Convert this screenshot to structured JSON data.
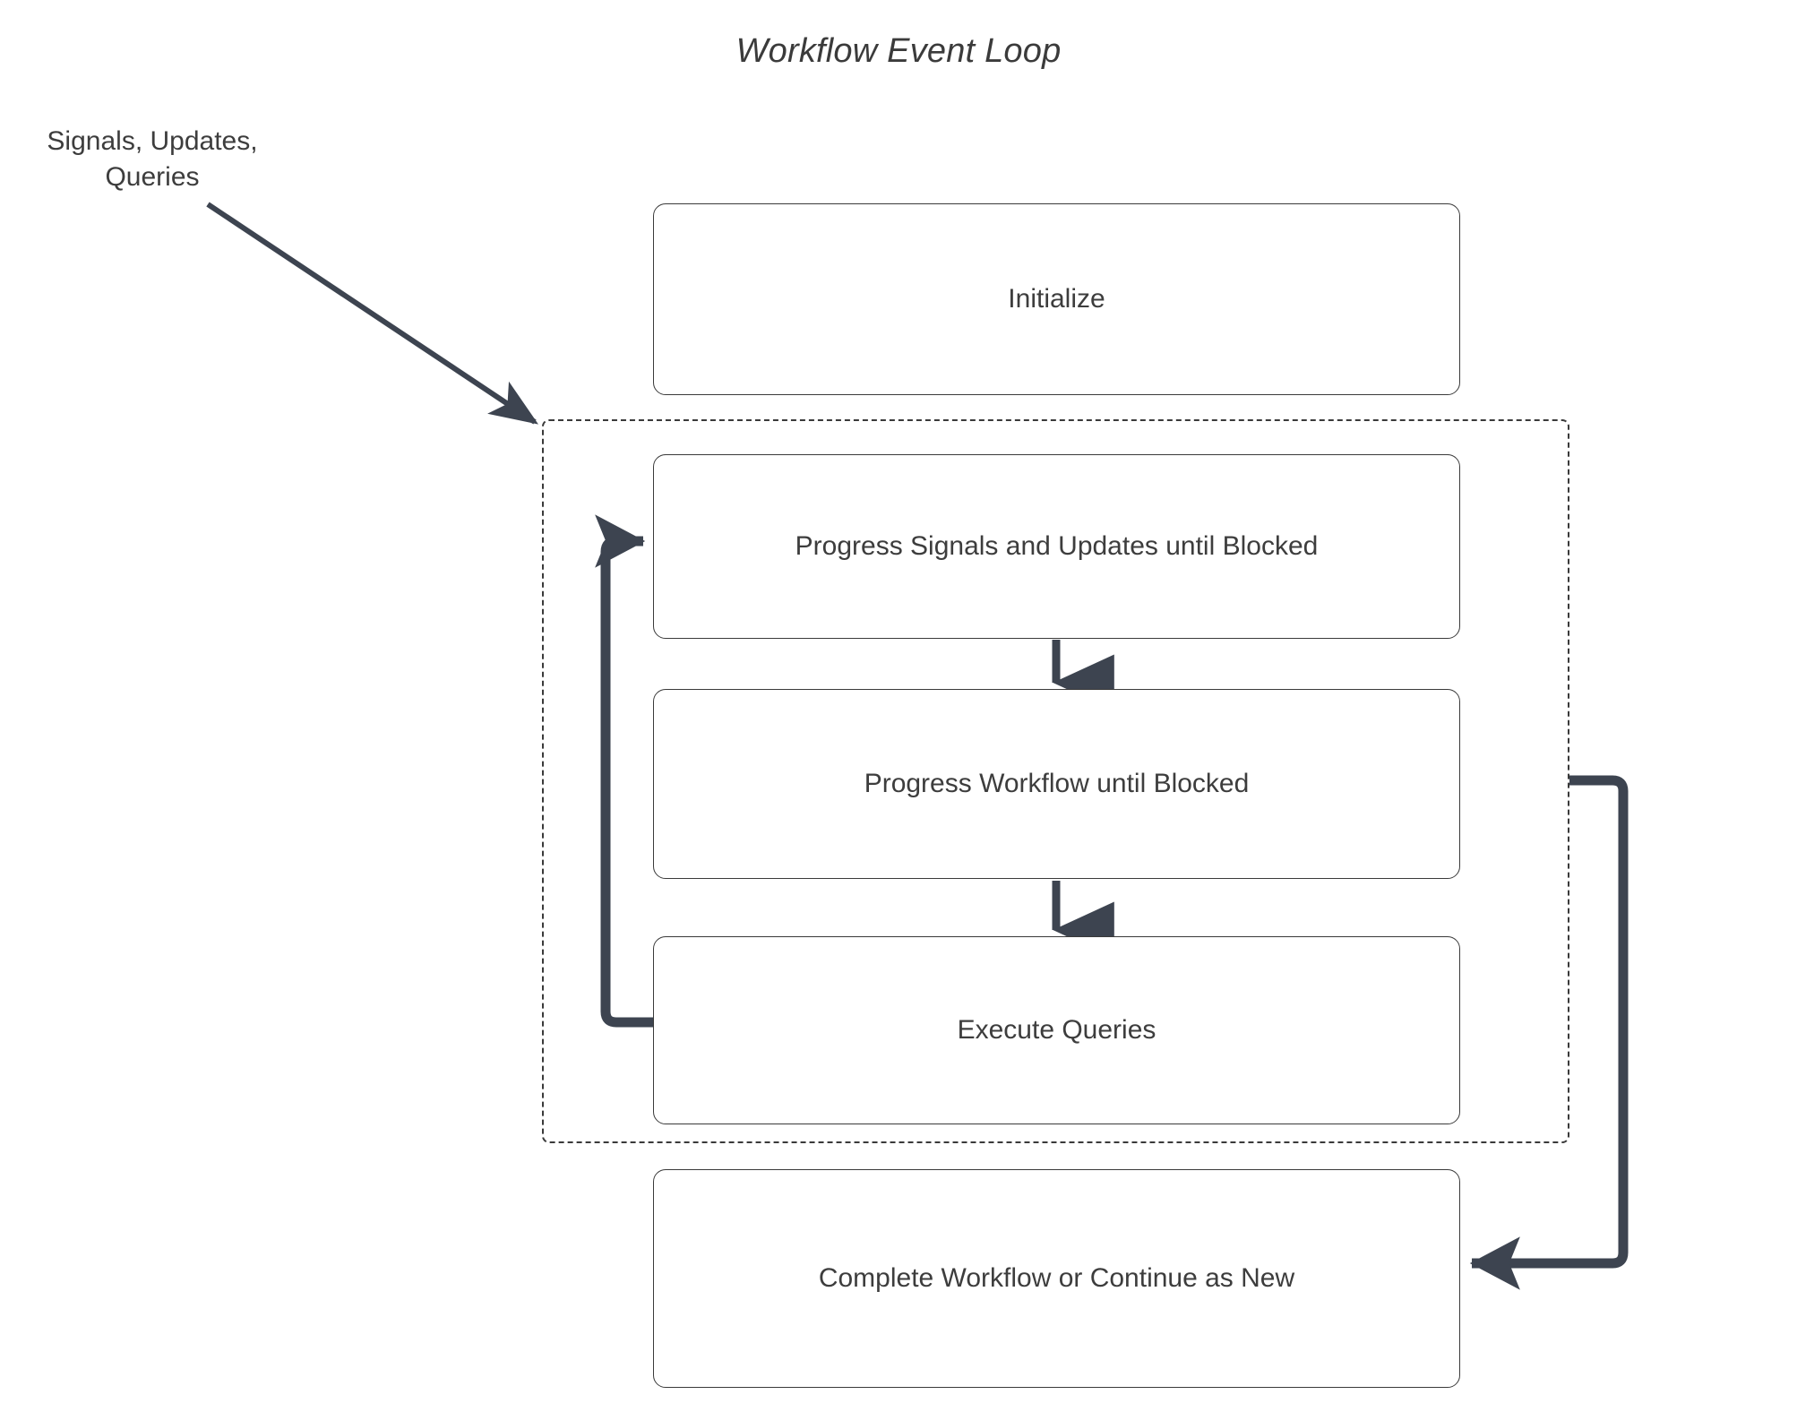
{
  "diagram": {
    "title": "Workflow Event Loop",
    "type": "flowchart",
    "colors": {
      "background": "#ffffff",
      "node_border": "#3a3a3a",
      "node_fill": "#ffffff",
      "text": "#3d3d3d",
      "connector": "#3d4450",
      "container_border": "#3a3a3a"
    },
    "external_label": {
      "line1": "Signals, Updates,",
      "line2": "Queries"
    },
    "nodes": [
      {
        "id": "initialize",
        "label": "Initialize"
      },
      {
        "id": "progress-signals",
        "label": "Progress Signals and Updates until Blocked"
      },
      {
        "id": "progress-workflow",
        "label": "Progress Workflow until Blocked"
      },
      {
        "id": "execute-queries",
        "label": "Execute Queries"
      },
      {
        "id": "complete",
        "label": "Complete Workflow or Continue as New"
      }
    ],
    "container": {
      "id": "event-loop-container",
      "style": "dashed",
      "label": ""
    },
    "edges": [
      {
        "id": "signals-to-loop",
        "from": "Signals, Updates, Queries",
        "to": "event-loop-container",
        "style": "solid-thin-diagonal",
        "arrow": "end"
      },
      {
        "id": "signals-to-workflow",
        "from": "progress-signals",
        "to": "progress-workflow",
        "style": "solid",
        "arrow": "end"
      },
      {
        "id": "workflow-to-queries",
        "from": "progress-workflow",
        "to": "execute-queries",
        "style": "solid",
        "arrow": "end"
      },
      {
        "id": "queries-loopback",
        "from": "execute-queries",
        "to": "progress-signals",
        "style": "thick-orthogonal",
        "arrow": "end"
      },
      {
        "id": "loop-to-complete",
        "from": "event-loop-container",
        "to": "complete",
        "style": "thick-orthogonal",
        "arrow": "end"
      }
    ]
  }
}
